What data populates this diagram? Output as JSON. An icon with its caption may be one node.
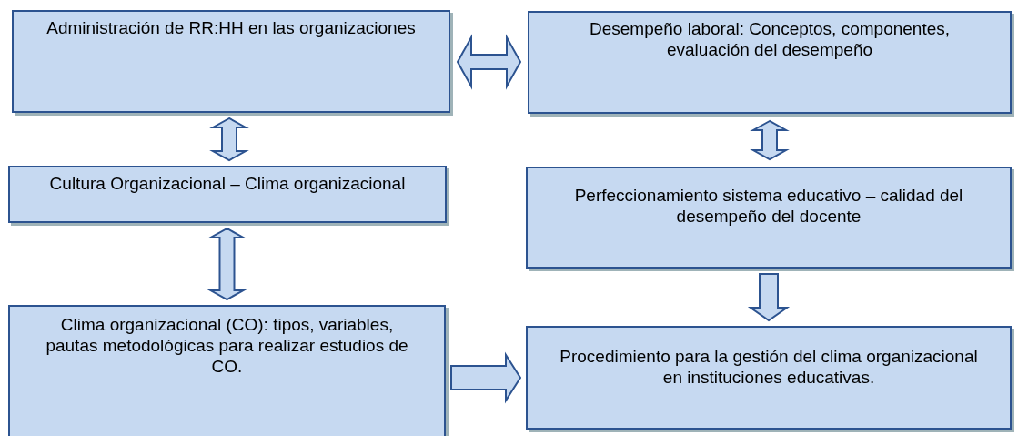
{
  "diagram": {
    "nodes": [
      {
        "text": [
          "Administración de RR:HH en las organizaciones"
        ]
      },
      {
        "text": [
          "Desempeño laboral: Conceptos, componentes, evaluación del desempeño"
        ]
      },
      {
        "text": [
          "Cultura Organizacional – Clima organizacional"
        ]
      },
      {
        "text": [
          "Perfeccionamiento sistema educativo – calidad del desempeño del docente"
        ]
      },
      {
        "text": [
          "Clima organizacional (CO): tipos, variables, pautas metodológicas para realizar estudios de CO."
        ]
      },
      {
        "text": [
          "Procedimiento para la gestión del clima organizacional en instituciones educativas."
        ]
      }
    ],
    "edges": [
      {
        "from": 0,
        "to": 1,
        "arrow": "both"
      },
      {
        "from": 0,
        "to": 2,
        "arrow": "both"
      },
      {
        "from": 1,
        "to": 3,
        "arrow": "both"
      },
      {
        "from": 2,
        "to": 4,
        "arrow": "both"
      },
      {
        "from": 3,
        "to": 5,
        "arrow": "to"
      },
      {
        "from": 4,
        "to": 5,
        "arrow": "to"
      }
    ]
  }
}
